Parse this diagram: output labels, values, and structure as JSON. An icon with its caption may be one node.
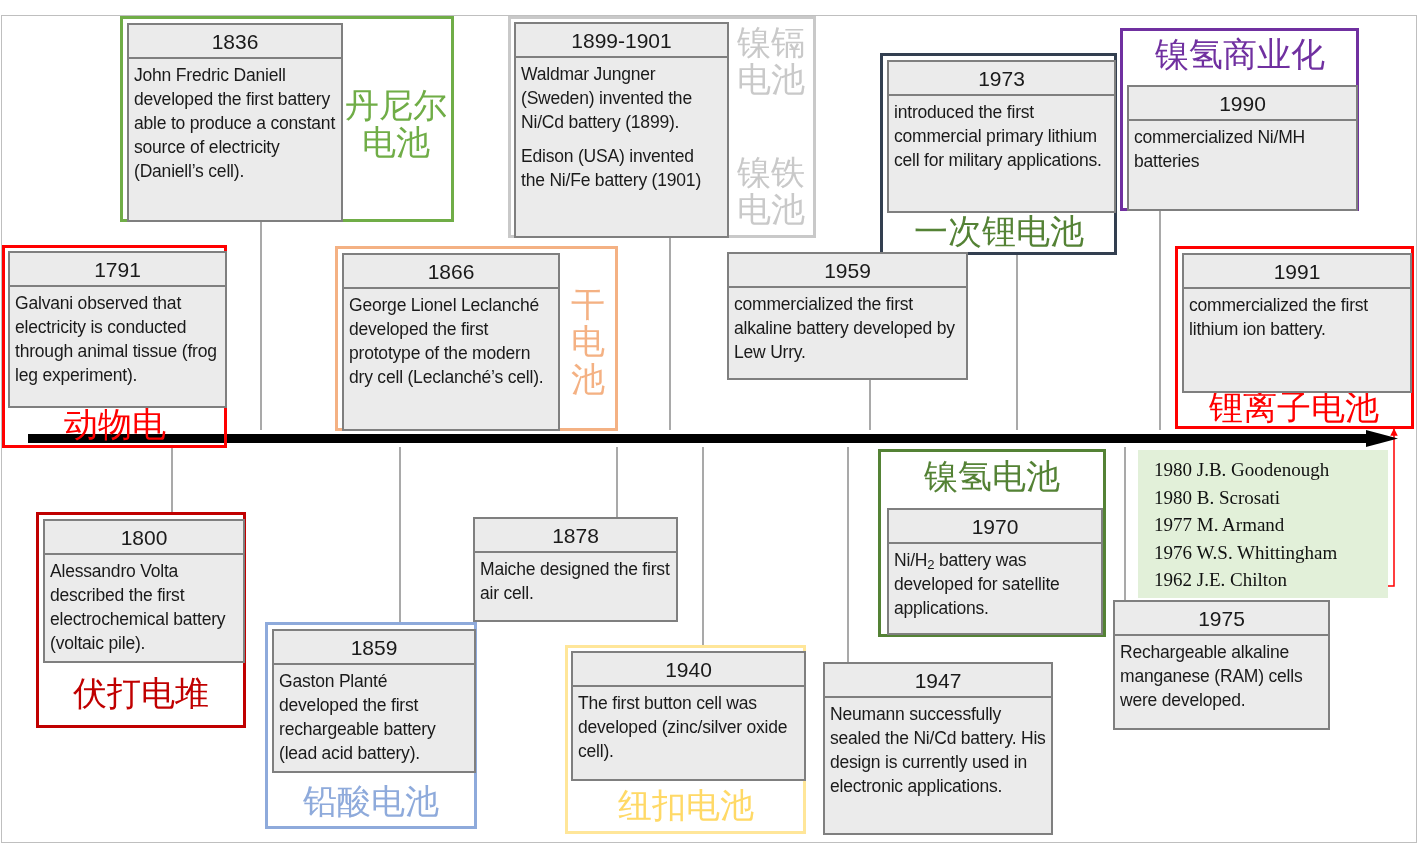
{
  "diagram": {
    "nodes": [
      {
        "text": [],
        "shape": "bar"
      },
      {
        "text": [
          "丹尼尔电池"
        ]
      },
      {
        "text": [
          "1836",
          "John Fredric Daniell developed the first battery able to produce a constant source of electricity (Daniell’s cell)."
        ],
        "in": 1
      },
      {
        "text": [
          "镍镉电池",
          "镍铁电池"
        ]
      },
      {
        "text": [
          "1899-1901",
          "Waldmar Jungner (Sweden) invented the Ni/Cd battery (1899).",
          "Edison (USA) invented the Ni/Fe battery (1901)"
        ],
        "in": 3
      },
      {
        "text": [
          "一次锂电池"
        ]
      },
      {
        "text": [
          "1973",
          "introduced the first commercial primary lithium cell for military applications."
        ],
        "in": 5
      },
      {
        "text": [
          "镍氢商业化"
        ]
      },
      {
        "text": [
          "1990",
          "commercialized Ni/MH batteries"
        ],
        "in": 7
      },
      {
        "text": [
          "动物电"
        ]
      },
      {
        "text": [
          "1791",
          "Galvani observed that electricity is conducted through animal tissue (frog leg experiment)."
        ],
        "in": 9
      },
      {
        "text": [
          "干电池"
        ]
      },
      {
        "text": [
          "1866",
          "George Lionel Leclanché developed the first prototype of the modern dry cell (Leclanché’s cell)."
        ],
        "in": 11
      },
      {
        "text": [
          "1959",
          "commercialized the first alkaline battery developed by Lew Urry."
        ]
      },
      {
        "text": [
          "锂离子电池"
        ]
      },
      {
        "text": [
          "1991",
          "commercialized the first lithium ion battery."
        ],
        "in": 14
      },
      {
        "text": [
          "镍氢电池"
        ]
      },
      {
        "text": [
          "1970",
          "Ni/H$_{2}$ battery was developed for satellite applications."
        ],
        "in": 16
      },
      {
        "text": [
          "1980 J.B. Goodenough",
          "1980 B. Scrosati",
          "1977 M. Armand",
          "1976 W.S. Whittingham",
          "1962 J.E. Chilton"
        ]
      },
      {
        "text": [
          "伏打电堆"
        ]
      },
      {
        "text": [
          "1800",
          "Alessandro Volta described the first electrochemical battery (voltaic pile)."
        ],
        "in": 19
      },
      {
        "text": [
          "1878",
          "Maiche designed the first air cell."
        ]
      },
      {
        "text": [
          "铅酸电池"
        ]
      },
      {
        "text": [
          "1859",
          "Gaston Planté developed the first rechargeable battery (lead acid battery)."
        ],
        "in": 22
      },
      {
        "text": [
          "纽扣电池"
        ]
      },
      {
        "text": [
          "1940",
          "The first button cell was developed (zinc/silver oxide cell)."
        ],
        "in": 24
      },
      {
        "text": [
          "1947",
          "Neumann successfully sealed the Ni/Cd battery. His design is currently used in electronic applications."
        ]
      },
      {
        "text": [
          "1975",
          "Rechargeable alkaline manganese (RAM) cells were developed."
        ]
      }
    ],
    "edges": [
      {
        "from": 1,
        "to": 0,
        "arrow": "none"
      },
      {
        "from": 3,
        "to": 0,
        "arrow": "none"
      },
      {
        "from": 13,
        "to": 0,
        "arrow": "none"
      },
      {
        "from": 5,
        "to": 0,
        "arrow": "none"
      },
      {
        "from": 7,
        "to": 0,
        "arrow": "none"
      },
      {
        "from": 19,
        "to": 0,
        "arrow": "none"
      },
      {
        "from": 22,
        "to": 0,
        "arrow": "none"
      },
      {
        "from": 21,
        "to": 0,
        "arrow": "none"
      },
      {
        "from": 24,
        "to": 0,
        "arrow": "none"
      },
      {
        "from": 26,
        "to": 0,
        "arrow": "none"
      },
      {
        "from": 27,
        "to": 0,
        "arrow": "none"
      },
      {
        "from": 18,
        "to": 14,
        "arrow": "to",
        "color": "#ff0000"
      }
    ]
  }
}
